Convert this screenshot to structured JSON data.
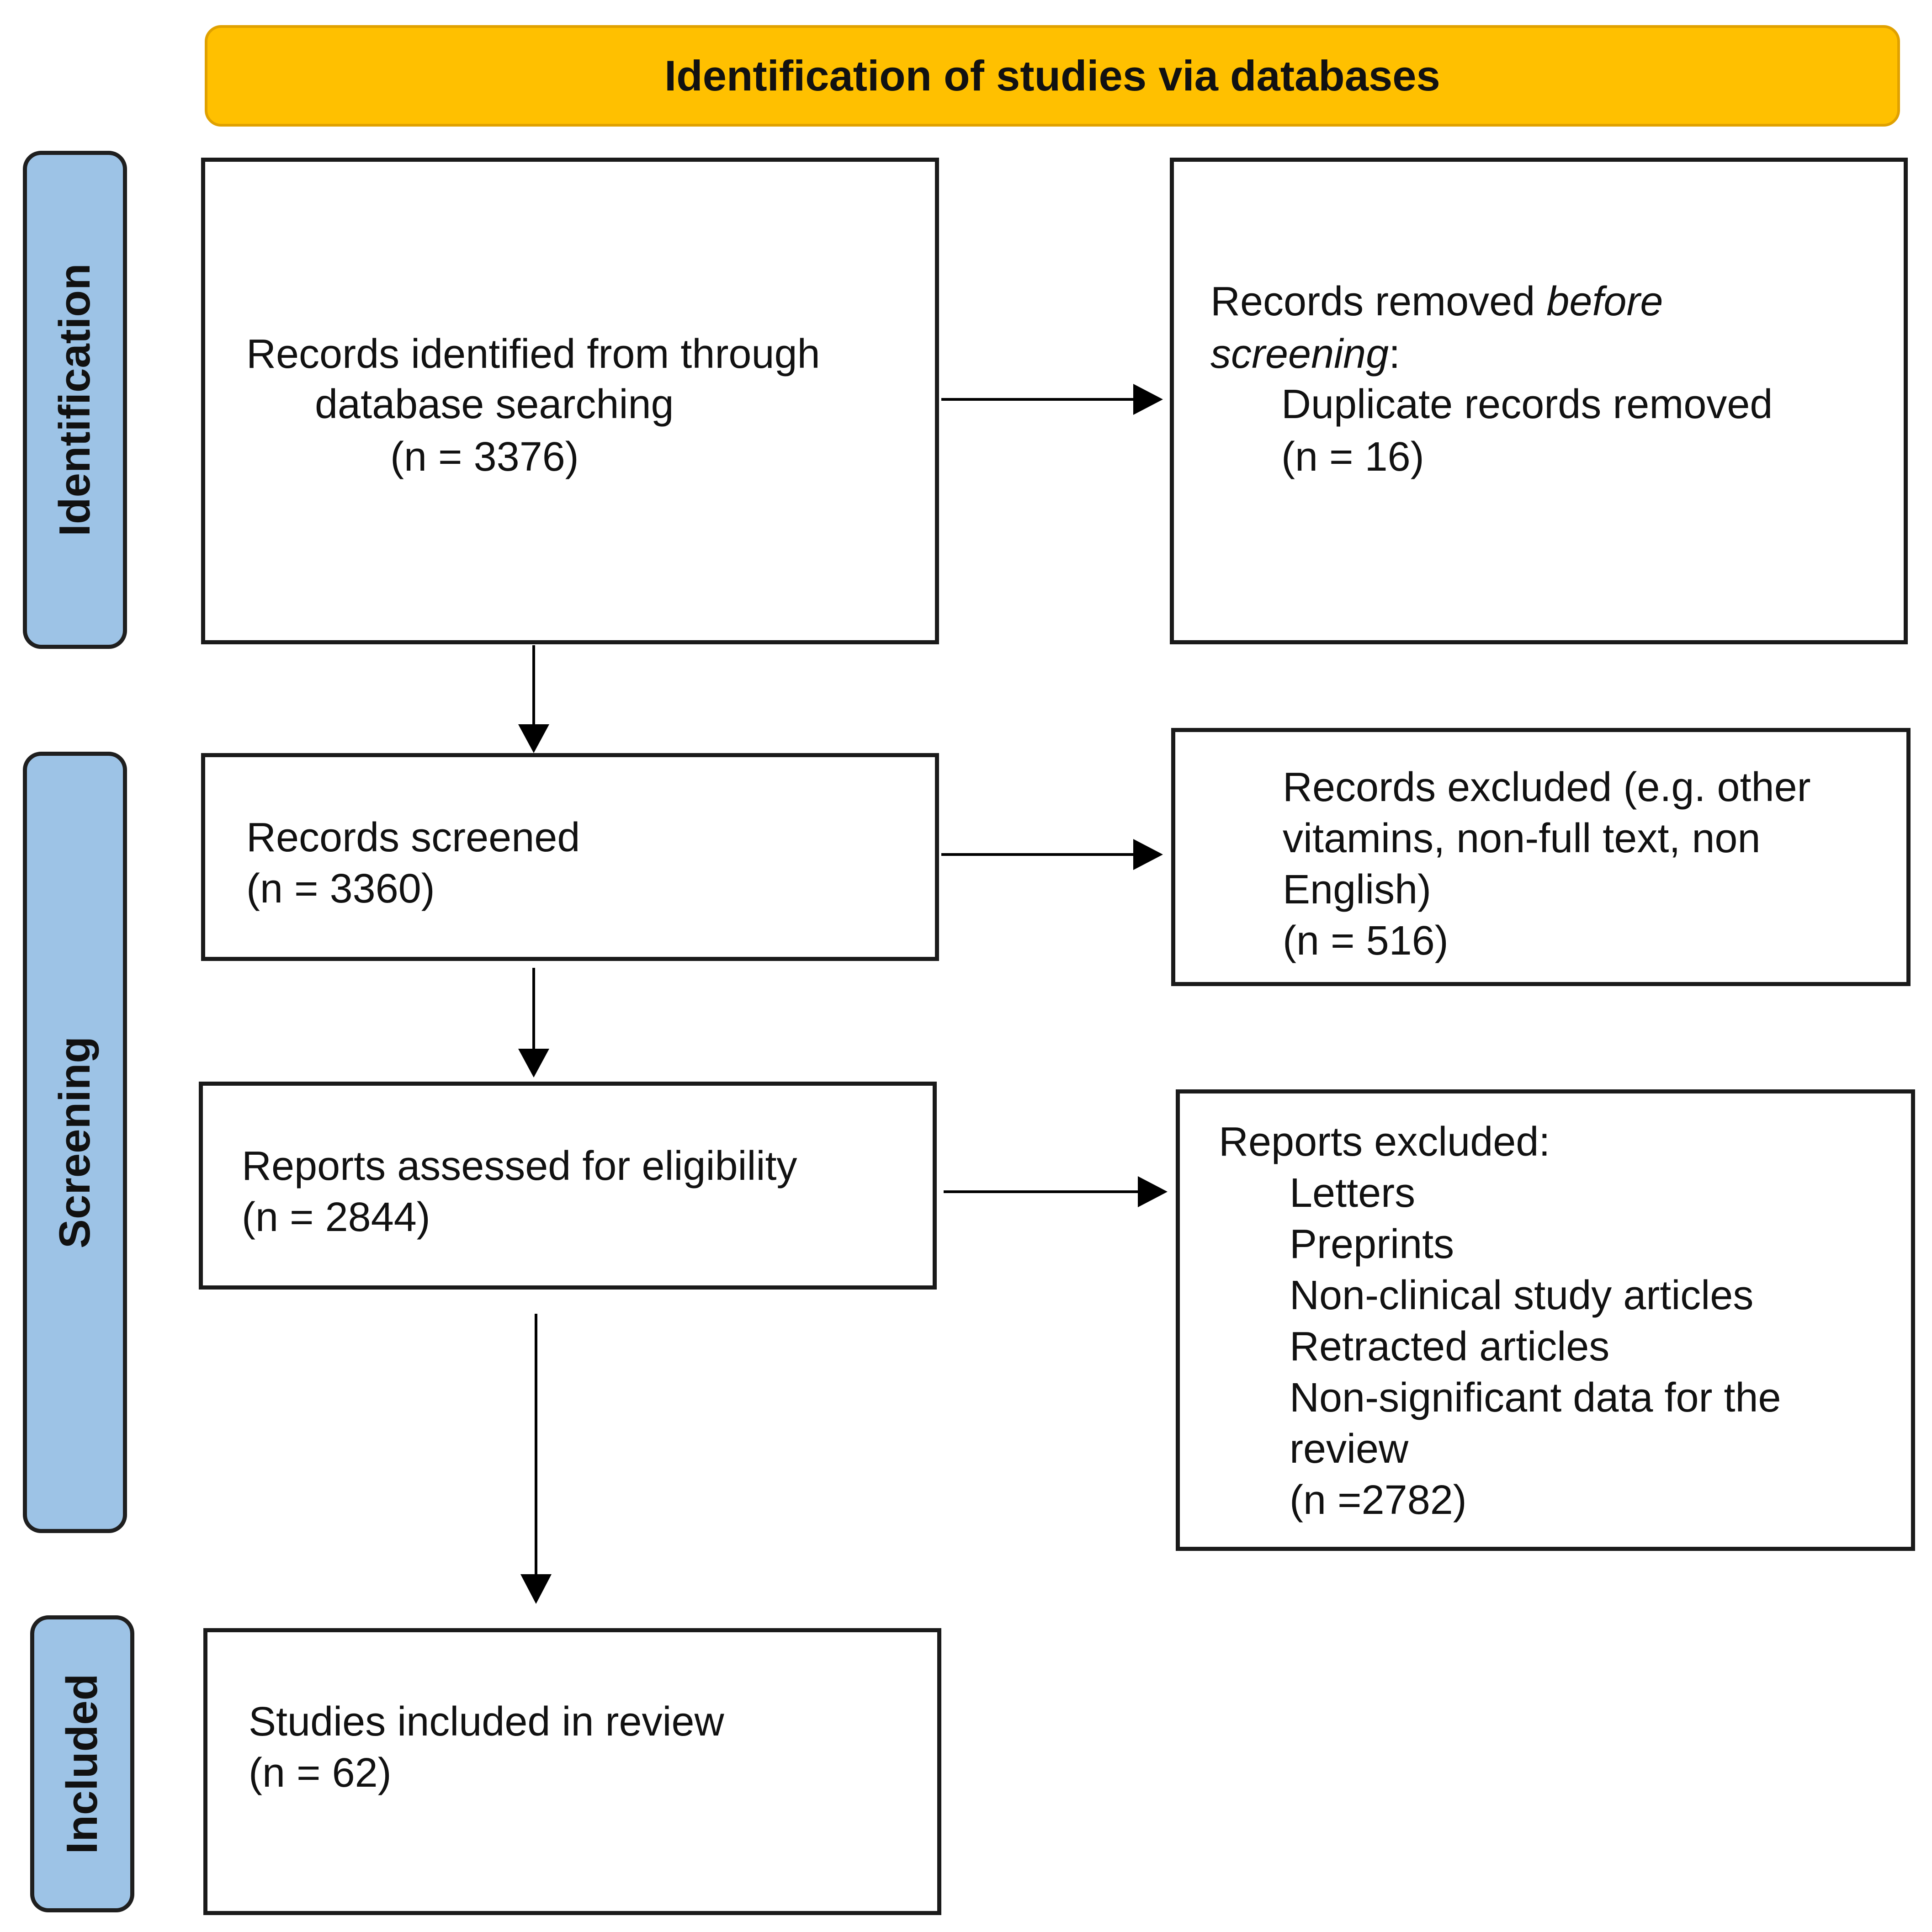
{
  "header": {
    "title": "Identification of studies via databases",
    "color": "#ffc000"
  },
  "phases": {
    "identification": "Identification",
    "screening": "Screening",
    "included": "Included",
    "color": "#9dc3e6"
  },
  "boxes": {
    "identified": {
      "line1": "Records identified from through",
      "line2": "database searching",
      "count": "(n = 3376)"
    },
    "removed": {
      "line1": "Records removed ",
      "line1_em": "before",
      "line2_em": "screening",
      "line2_suffix": ":",
      "line3": "Duplicate records removed",
      "count": "(n = 16)"
    },
    "screened": {
      "line1": "Records screened",
      "count": "(n = 3360)"
    },
    "excluded_records": {
      "line1": "Records excluded (e.g. other",
      "line2": "vitamins, non-full text, non",
      "line3": "English)",
      "count": "(n = 516)"
    },
    "assessed": {
      "line1": "Reports assessed for eligibility",
      "count": "(n = 2844)"
    },
    "excluded_reports": {
      "heading": "Reports excluded:",
      "items": [
        "Letters",
        "Preprints",
        "Non-clinical study articles",
        "Retracted articles",
        "Non-significant data for the",
        "review"
      ],
      "count": "(n =2782)"
    },
    "included": {
      "line1": "Studies included in review",
      "count": "(n = 62)"
    }
  }
}
